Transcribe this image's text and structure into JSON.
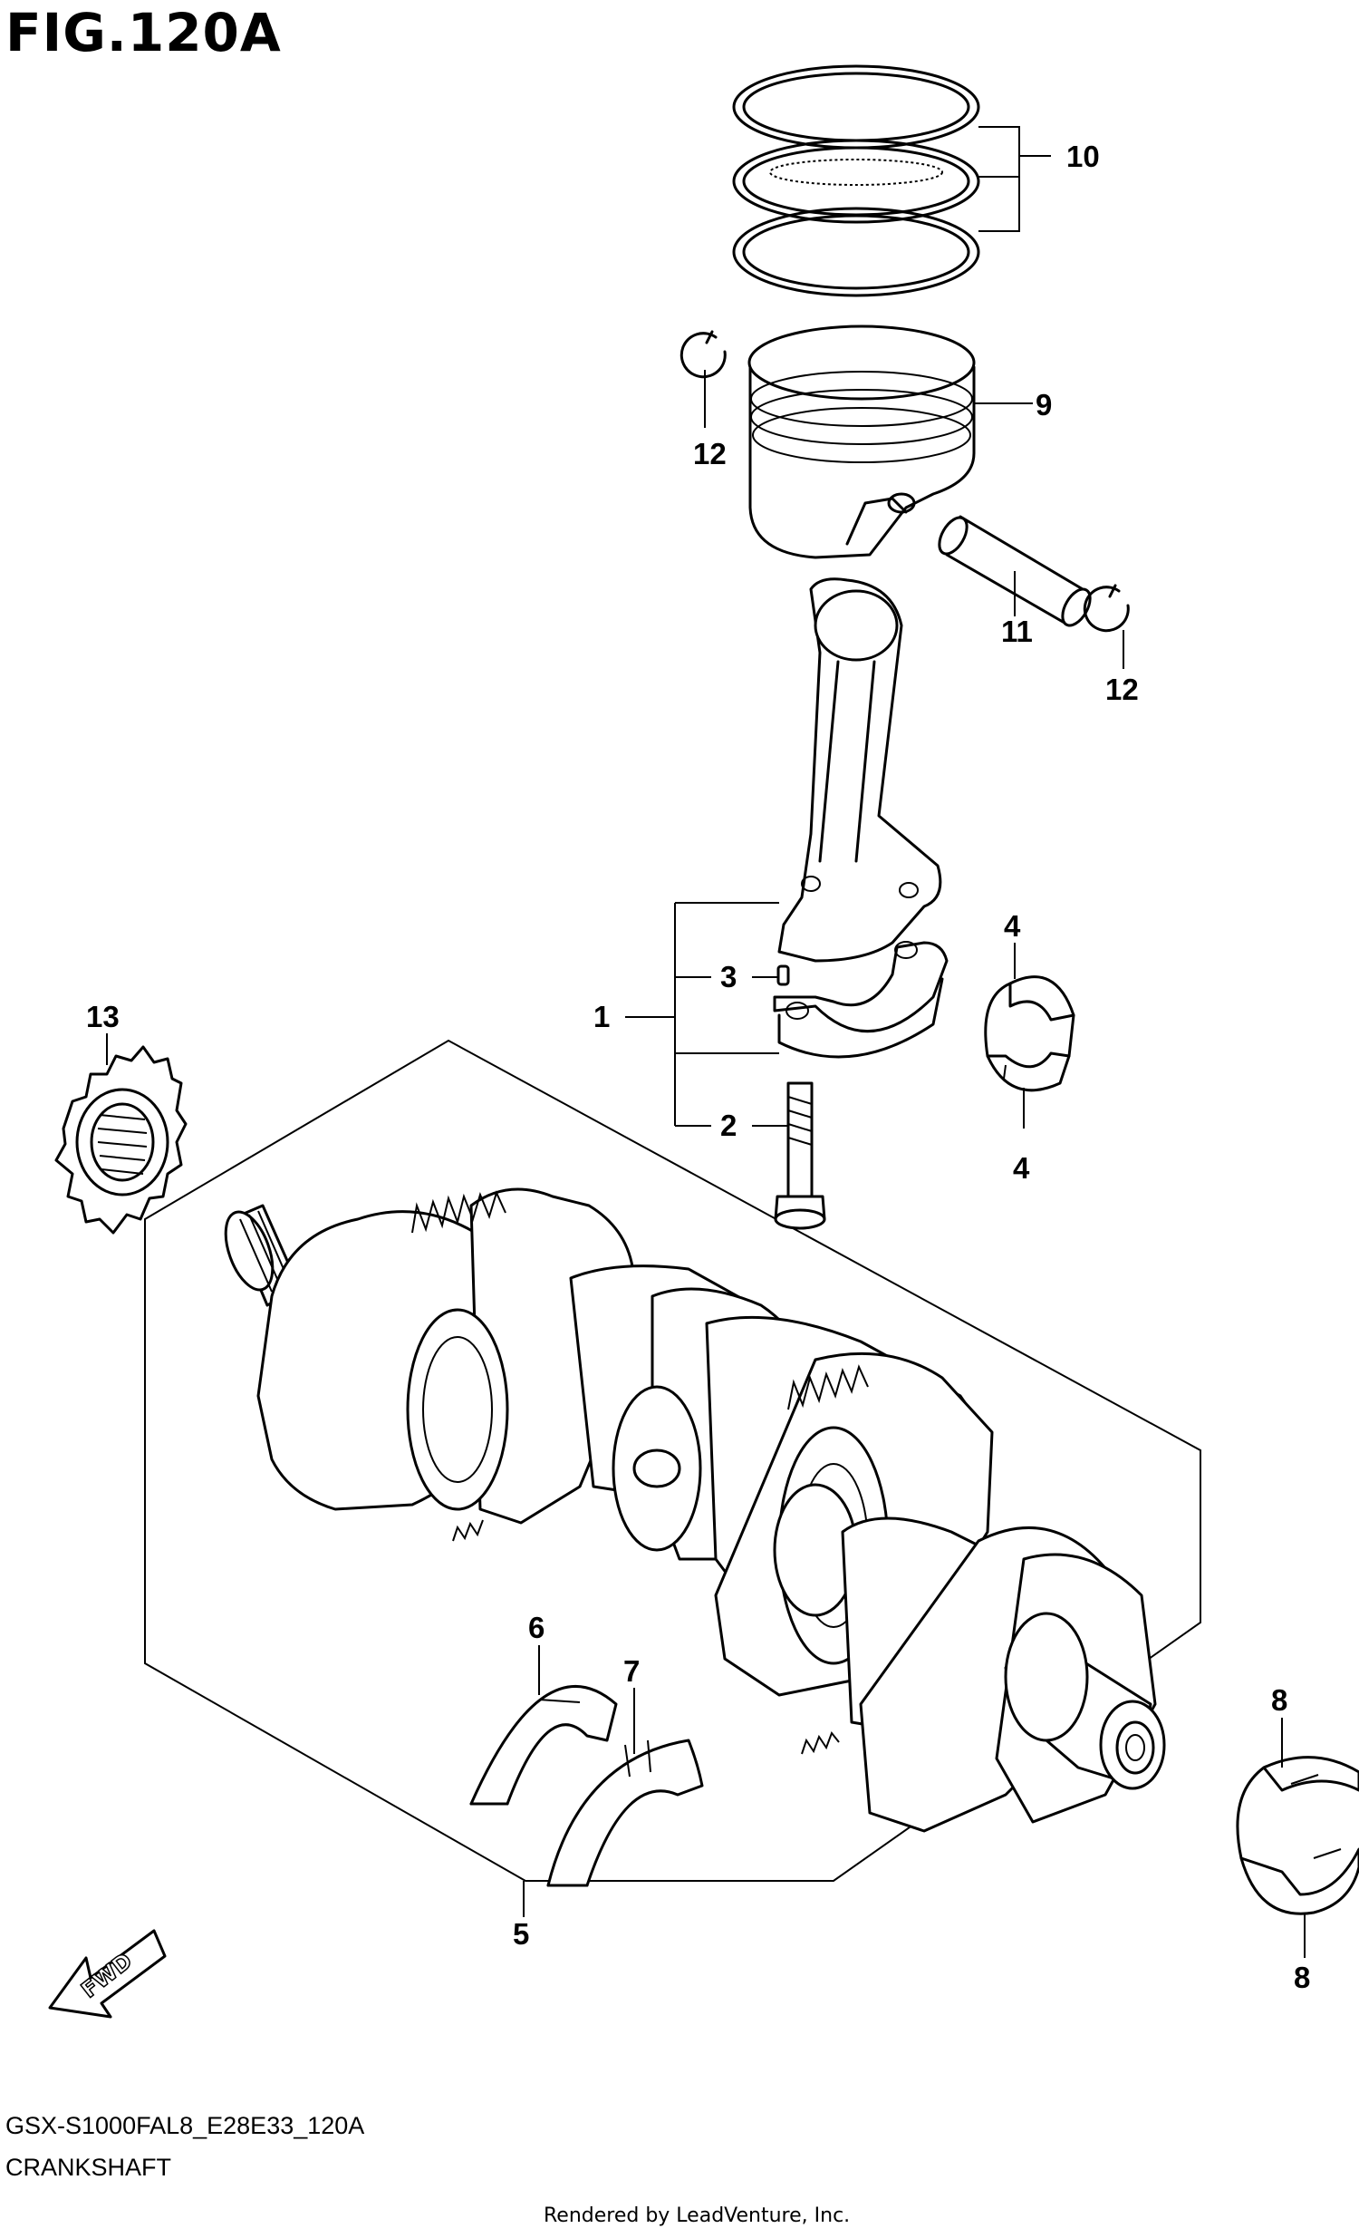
{
  "figure": {
    "title": "FIG.120A",
    "code": "GSX-S1000FAL8_E28E33_120A",
    "name": "CRANKSHAFT",
    "credit": "Rendered by LeadVenture, Inc.",
    "direction_label": "FWD"
  },
  "callouts": {
    "c1": "1",
    "c2": "2",
    "c3": "3",
    "c4a": "4",
    "c4b": "4",
    "c5": "5",
    "c6": "6",
    "c7": "7",
    "c8a": "8",
    "c8b": "8",
    "c9": "9",
    "c10": "10",
    "c11": "11",
    "c12a": "12",
    "c12b": "12",
    "c13": "13"
  }
}
